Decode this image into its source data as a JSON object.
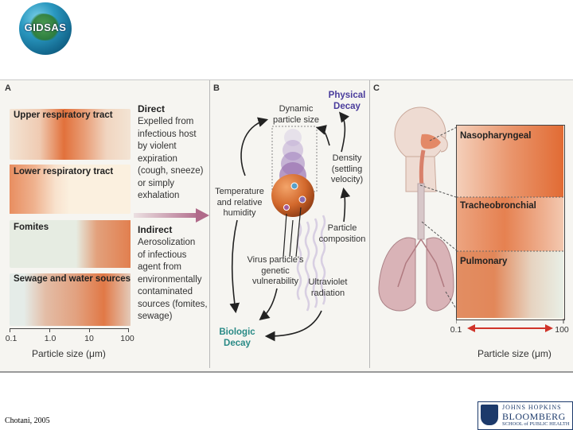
{
  "logo": {
    "text": "GIDSAS"
  },
  "figure": {
    "panel_a": {
      "letter": "A",
      "bands": [
        {
          "label": "Upper respiratory tract",
          "range": [
            0.5,
            10
          ]
        },
        {
          "label": "Lower respiratory tract",
          "range": [
            0.1,
            1.5
          ]
        },
        {
          "label": "Fomites",
          "range": [
            5,
            100
          ]
        },
        {
          "label": "Sewage and water sources",
          "range": [
            0.5,
            100
          ]
        }
      ],
      "axis": {
        "ticks": [
          "0.1",
          "1.0",
          "10",
          "100"
        ],
        "label": "Particle size (μm)"
      },
      "direct": {
        "heading": "Direct",
        "lines": [
          "Expelled from",
          "infectious host",
          "by violent",
          "expiration",
          "(cough, sneeze)",
          "or simply",
          "exhalation"
        ]
      },
      "indirect": {
        "heading": "Indirect",
        "lines": [
          "Aerosolization",
          "of infectious",
          "agent from",
          "environmentally",
          "contaminated",
          "sources (fomites,",
          "sewage)"
        ]
      }
    },
    "panel_b": {
      "letter": "B",
      "physical_decay": [
        "Physical",
        "Decay"
      ],
      "dynamic": [
        "Dynamic",
        "particle size"
      ],
      "density": [
        "Density",
        "(settling",
        "velocity)"
      ],
      "temperature": [
        "Temperature",
        "and relative",
        "humidity"
      ],
      "composition": [
        "Particle",
        "composition"
      ],
      "virus": [
        "Virus particle's",
        "genetic",
        "vulnerability"
      ],
      "uv": [
        "Ultraviolet",
        "radiation"
      ],
      "biologic": [
        "Biologic",
        "Decay"
      ]
    },
    "panel_c": {
      "letter": "C",
      "regions": [
        "Nasopharyngeal",
        "Tracheobronchial",
        "Pulmonary"
      ],
      "axis": {
        "min": "0.1",
        "max": "100",
        "label": "Particle size (μm)"
      }
    }
  },
  "footer": {
    "credit": "Chotani, 2005",
    "jh_line1": "JOHNS HOPKINS",
    "jh_line2": "BLOOMBERG",
    "jh_line3": "SCHOOL of PUBLIC HEALTH"
  },
  "colors": {
    "particle": "#e0642a",
    "physical_decay": "#4a3c9c",
    "biologic_decay": "#2a8a86",
    "arrow": "#b06a8a"
  }
}
